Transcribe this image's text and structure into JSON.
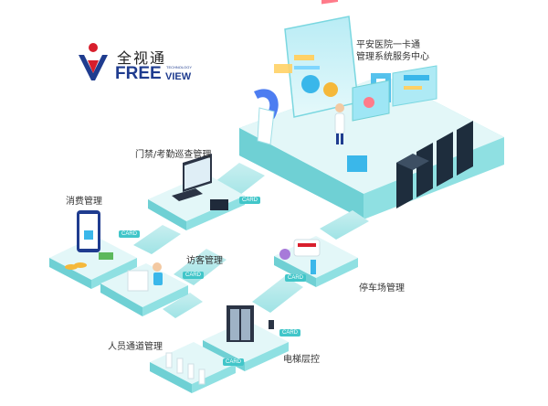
{
  "logo": {
    "chinese": "全视通",
    "free": "FREE",
    "view": "VIEW",
    "tech": "TECHNOLOGY",
    "icon": "free-view-logo-icon"
  },
  "center": {
    "line1": "平安医院一卡通",
    "line2": "管理系统服务中心"
  },
  "modules": {
    "access": "门禁/考勤巡查管理",
    "consume": "消费管理",
    "visitor": "访客管理",
    "parking": "停车场管理",
    "passage": "人员通道管理",
    "elevator": "电梯层控"
  },
  "tags": {
    "card": "CARD"
  },
  "colors": {
    "teal": "#41c6c9",
    "platform_top": "#dff6f7",
    "platform_side": "#8fe0e2",
    "brand_blue": "#1f3c8f",
    "brand_red": "#d81e2c"
  }
}
